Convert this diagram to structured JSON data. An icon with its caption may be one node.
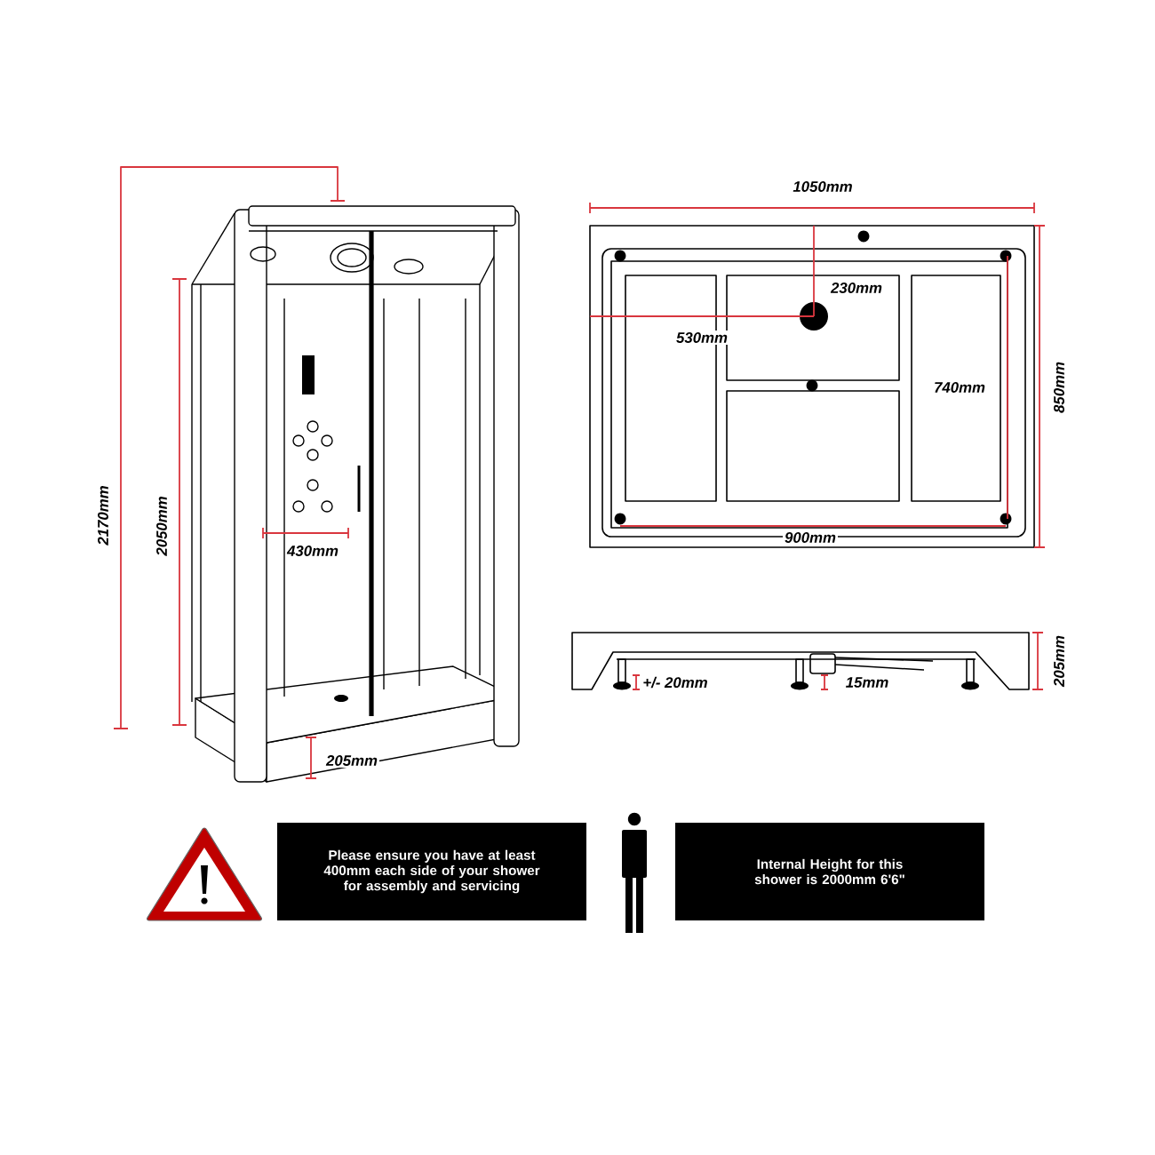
{
  "diagram": {
    "nodes": [
      {
        "text": [
          "Please ensure you have at least 400mm each side of your shower for assembly and servicing"
        ]
      },
      {
        "text": [
          "Internal Height for this shower is 2000mm 6'6\""
        ]
      }
    ],
    "labels": [
      "2170mm",
      "2050mm",
      "430mm",
      "205mm",
      "1050mm",
      "230mm",
      "530mm",
      "740mm",
      "850mm",
      "900mm",
      "205mm",
      "+/- 20mm",
      "15mm"
    ]
  }
}
